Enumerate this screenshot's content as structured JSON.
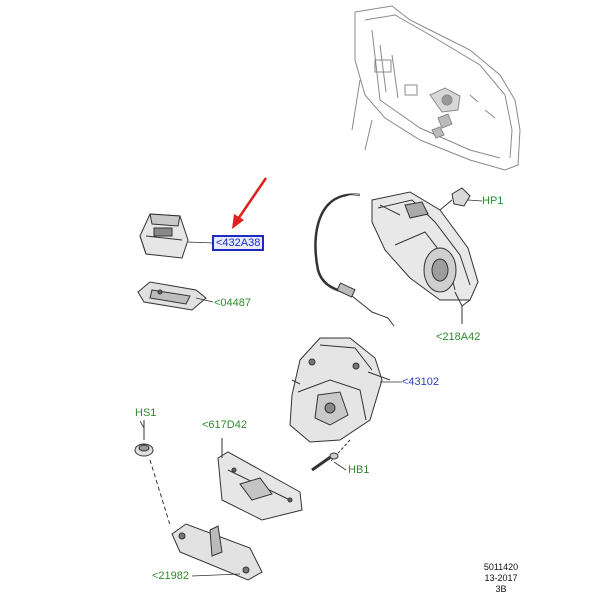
{
  "callouts": {
    "actuator_switch": "<432A38",
    "switch_bezel": "<04487",
    "latch_motor": "HP1",
    "release_cable": "<218A42",
    "latch": "<43102",
    "hs_grommet": "HS1",
    "striker_cover": "<617D42",
    "bolt": "HB1",
    "striker_bracket": "<21982"
  },
  "stamp": {
    "number": "5011420",
    "date": "13-2017",
    "rev": "3B"
  },
  "colors": {
    "line": "#3a3a3a",
    "label_green": "#2e8b2e",
    "label_blue": "#2a3fbf",
    "arrow_red": "#e02020"
  }
}
